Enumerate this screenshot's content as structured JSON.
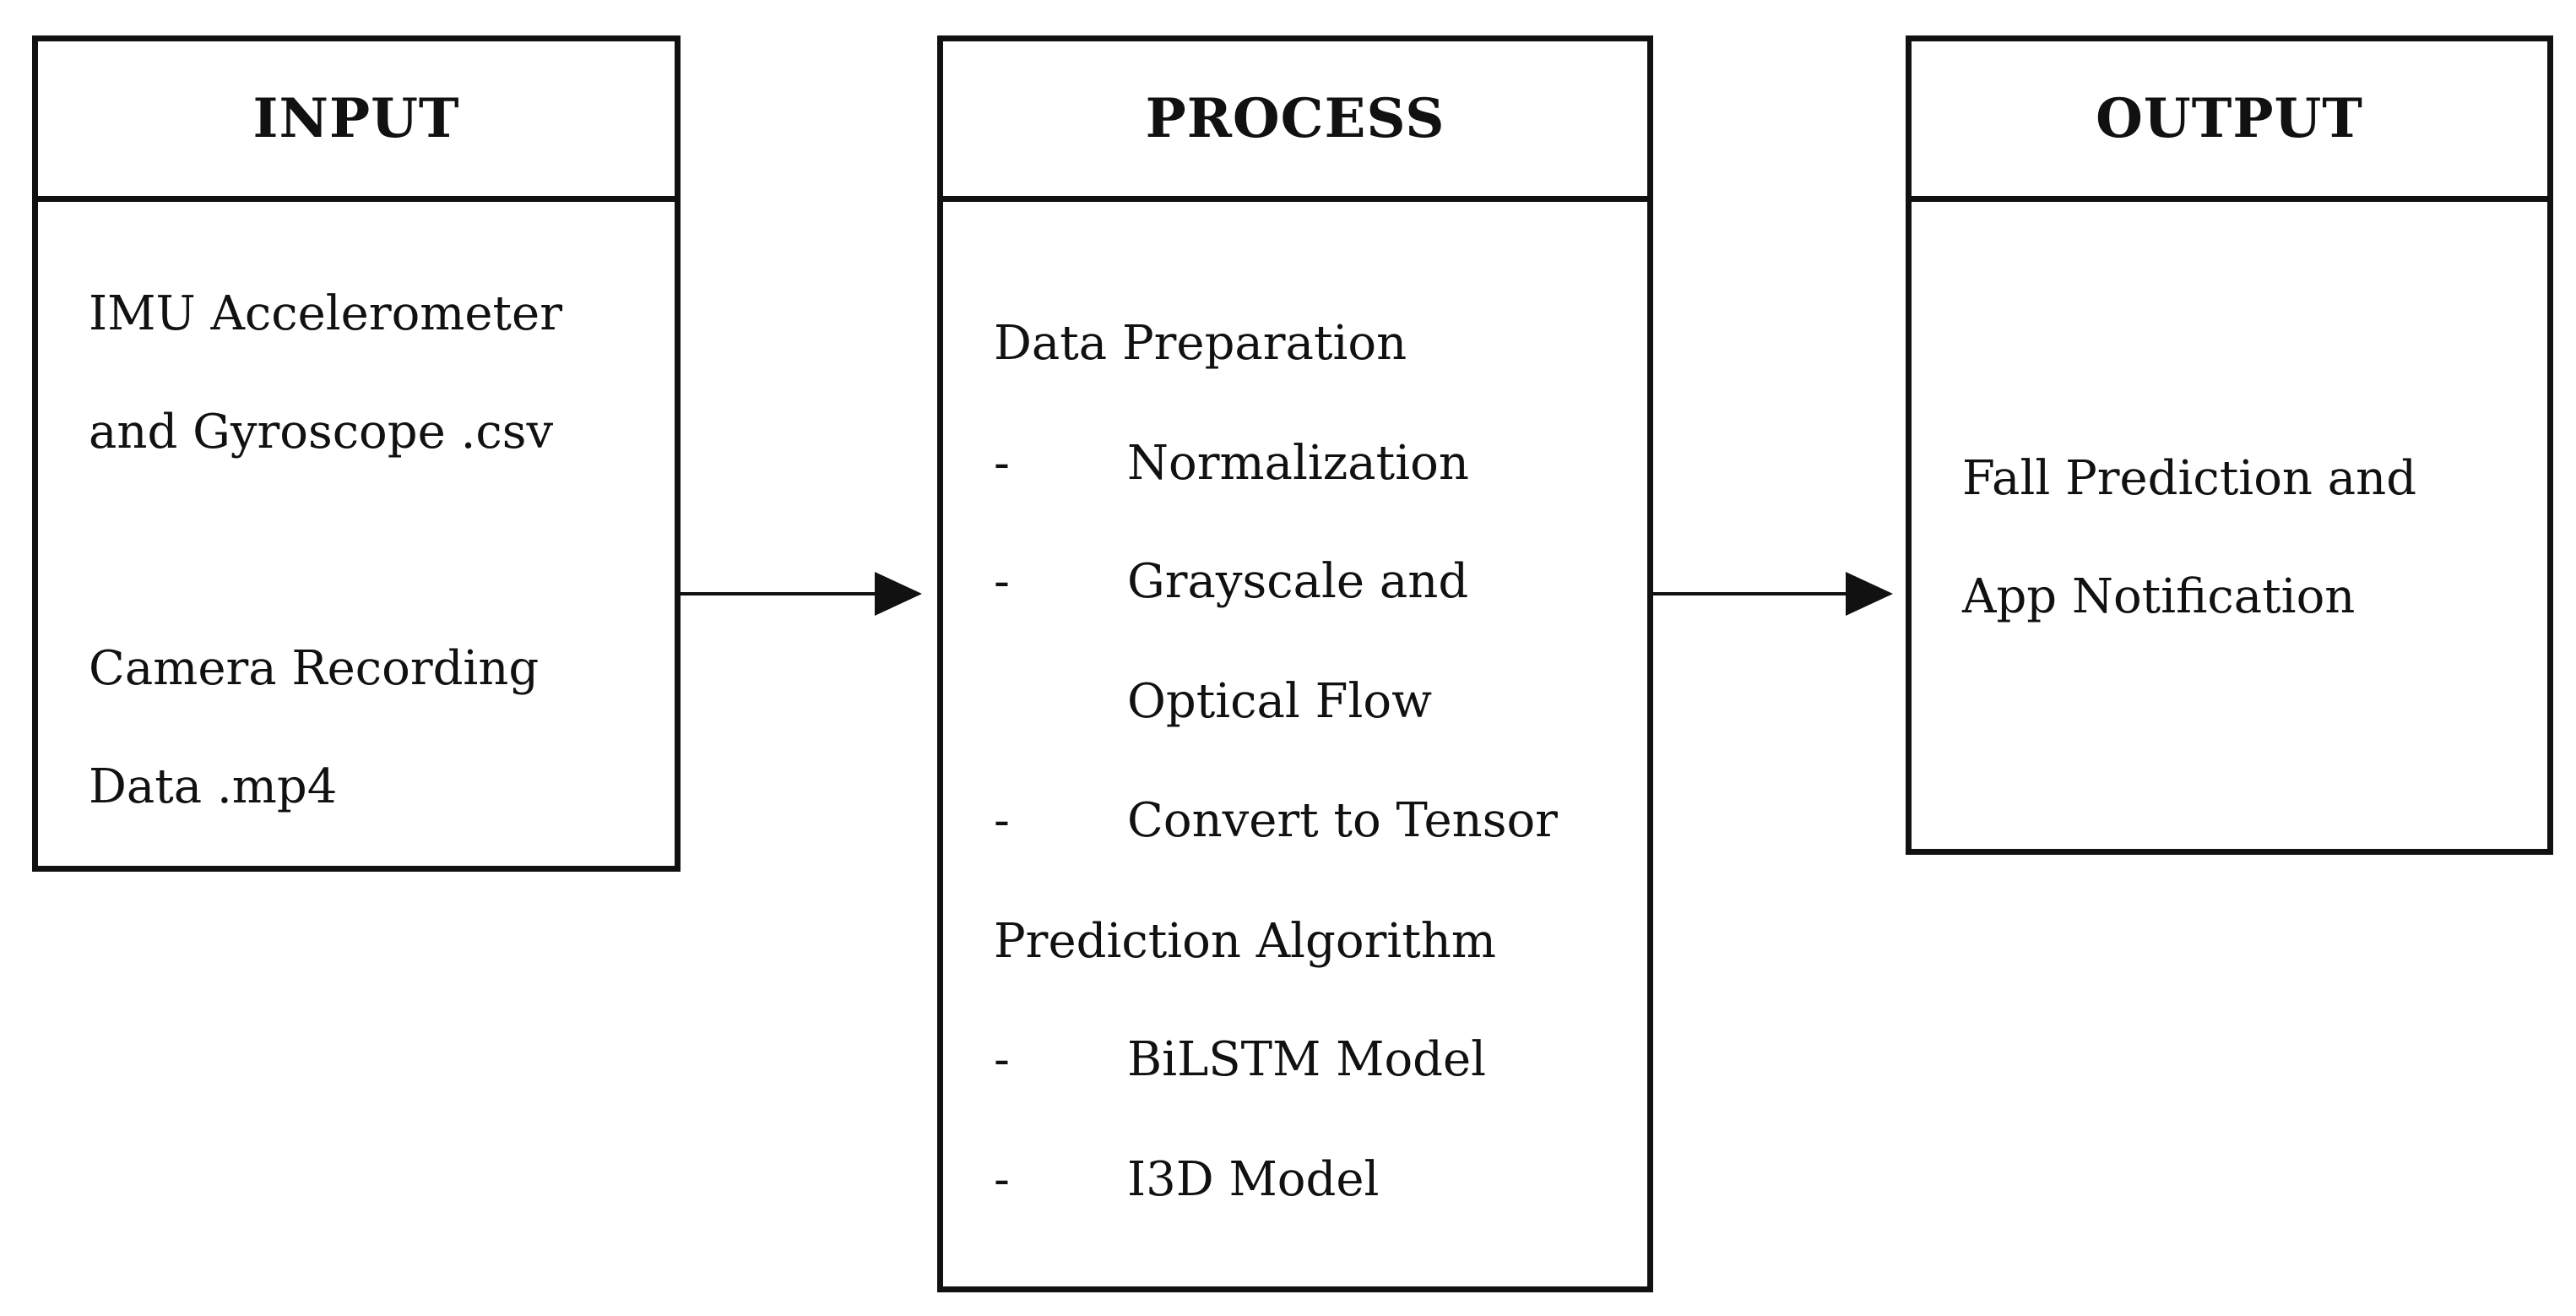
{
  "input": {
    "title": "INPUT",
    "lines": [
      "IMU Accelerometer",
      "and Gyroscope .csv",
      "Camera Recording",
      "Data .mp4"
    ]
  },
  "process": {
    "title": "PROCESS",
    "section1": "Data Preparation",
    "dash": "-",
    "items1": [
      "Normalization",
      "Grayscale and",
      "Optical Flow",
      "Convert to Tensor"
    ],
    "section2": "Prediction Algorithm",
    "items2": [
      "BiLSTM Model",
      "I3D Model"
    ]
  },
  "output": {
    "title": "OUTPUT",
    "lines": [
      "Fall Prediction and",
      "App Notification"
    ]
  }
}
